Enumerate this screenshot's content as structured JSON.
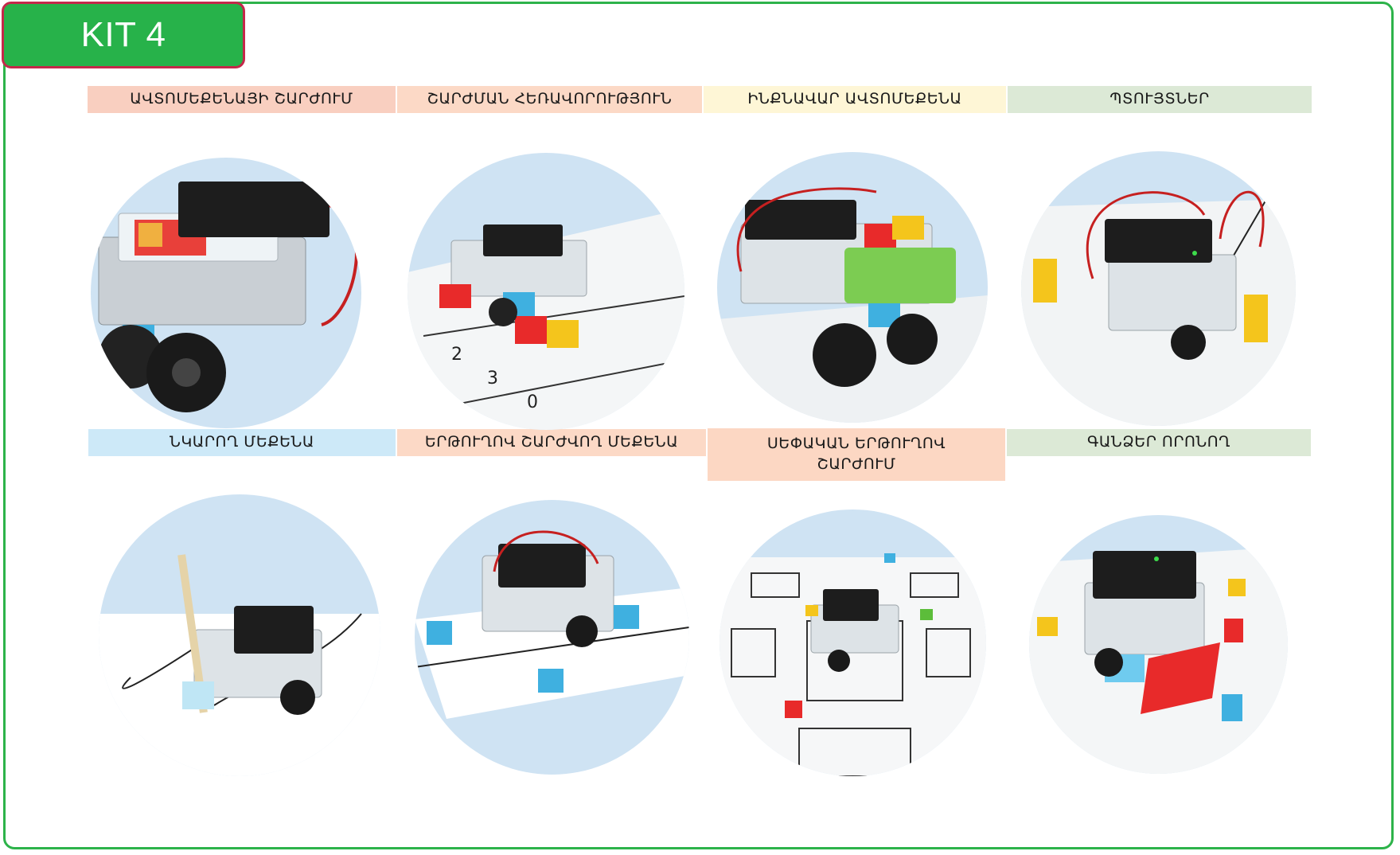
{
  "kit": {
    "title": "KIT 4"
  },
  "projects": [
    {
      "label": "ԱՎՏՈՄԵՔԵՆԱՅԻ ՇԱՐԺՈՒՄ",
      "color": "#f9cfc0"
    },
    {
      "label": "ՇԱՐԺՄԱՆ ՀԵՌԱՎՈՐՈՒԹՅՈՒՆ",
      "color": "#fcd9c6"
    },
    {
      "label": "ԻՆՔՆԱՎԱՐ ԱՎՏՈՄԵՔԵՆԱ",
      "color": "#fef6d6"
    },
    {
      "label": "ՊՏՈՒՅՏՆԵՐ",
      "color": "#dce9d6"
    },
    {
      "label": "ՆԿԱՐՈՂ ՄԵՔԵՆԱ",
      "color": "#cde9f8"
    },
    {
      "label": "ԵՐԹՈՒՂՈՎ ՇԱՐԺՎՈՂ ՄԵՔԵՆԱ",
      "color": "#fcd9c6"
    },
    {
      "label": "ՍԵՓԱԿԱՆ ԵՐԹՈՒՂՈՎ ՇԱՐԺՈՒՄ",
      "color": "#fcd7c3"
    },
    {
      "label": "ԳԱՆՁԵՐ ՈՐՈՆՈՂ",
      "color": "#dce9d6"
    }
  ],
  "colors": {
    "frame": "#2db34a",
    "badge": "#27b24a",
    "badge_border": "#c4284a",
    "disc": "#cfe3f3"
  }
}
